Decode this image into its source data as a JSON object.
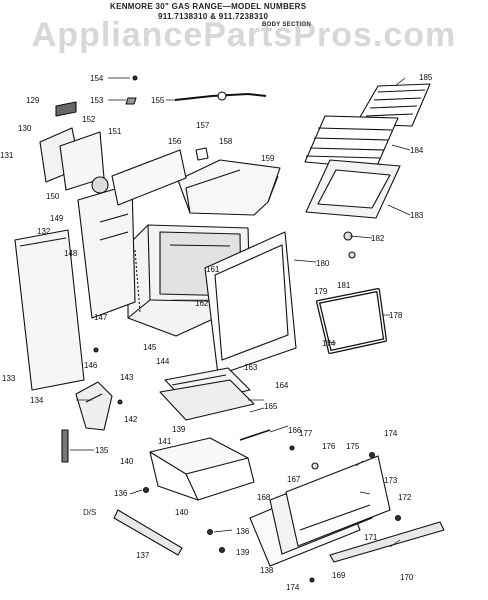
{
  "header": {
    "line1": "KENMORE 30\" GAS RANGE—MODEL NUMBERS",
    "line2": "911.7138310 & 911.7238310",
    "line3": "BODY SECTION"
  },
  "watermark": "AppliancePartsPros.com",
  "footer_code": "D/S",
  "parts": [
    {
      "id": "part-154",
      "label": "154"
    },
    {
      "id": "part-153",
      "label": "153"
    },
    {
      "id": "part-155",
      "label": "155"
    },
    {
      "id": "part-129",
      "label": "129"
    },
    {
      "id": "part-130",
      "label": "130"
    },
    {
      "id": "part-131",
      "label": "131"
    },
    {
      "id": "part-152",
      "label": "152"
    },
    {
      "id": "part-151",
      "label": "151"
    },
    {
      "id": "part-156",
      "label": "156"
    },
    {
      "id": "part-157",
      "label": "157"
    },
    {
      "id": "part-158",
      "label": "158"
    },
    {
      "id": "part-159",
      "label": "159"
    },
    {
      "id": "part-150",
      "label": "150"
    },
    {
      "id": "part-149",
      "label": "149"
    },
    {
      "id": "part-148",
      "label": "148"
    },
    {
      "id": "part-147",
      "label": "147"
    },
    {
      "id": "part-132",
      "label": "132"
    },
    {
      "id": "part-133",
      "label": "133"
    },
    {
      "id": "part-185",
      "label": "185"
    },
    {
      "id": "part-184",
      "label": "184"
    },
    {
      "id": "part-183",
      "label": "183"
    },
    {
      "id": "part-182",
      "label": "182"
    },
    {
      "id": "part-181",
      "label": "181"
    },
    {
      "id": "part-180",
      "label": "180"
    },
    {
      "id": "part-179",
      "label": "179"
    },
    {
      "id": "part-178",
      "label": "178"
    },
    {
      "id": "part-174a",
      "label": "174"
    },
    {
      "id": "part-161",
      "label": "161"
    },
    {
      "id": "part-162",
      "label": "162"
    },
    {
      "id": "part-145",
      "label": "145"
    },
    {
      "id": "part-146",
      "label": "146"
    },
    {
      "id": "part-163",
      "label": "163"
    },
    {
      "id": "part-164",
      "label": "164"
    },
    {
      "id": "part-144",
      "label": "144"
    },
    {
      "id": "part-165",
      "label": "165"
    },
    {
      "id": "part-143",
      "label": "143"
    },
    {
      "id": "part-134",
      "label": "134"
    },
    {
      "id": "part-142",
      "label": "142"
    },
    {
      "id": "part-135",
      "label": "135"
    },
    {
      "id": "part-139a",
      "label": "139"
    },
    {
      "id": "part-166",
      "label": "166"
    },
    {
      "id": "part-141",
      "label": "141"
    },
    {
      "id": "part-177",
      "label": "177"
    },
    {
      "id": "part-176",
      "label": "176"
    },
    {
      "id": "part-175",
      "label": "175"
    },
    {
      "id": "part-174b",
      "label": "174"
    },
    {
      "id": "part-140a",
      "label": "140"
    },
    {
      "id": "part-167",
      "label": "167"
    },
    {
      "id": "part-173",
      "label": "173"
    },
    {
      "id": "part-168",
      "label": "168"
    },
    {
      "id": "part-172",
      "label": "172"
    },
    {
      "id": "part-136a",
      "label": "136"
    },
    {
      "id": "part-140b",
      "label": "140"
    },
    {
      "id": "part-136b",
      "label": "136"
    },
    {
      "id": "part-137",
      "label": "137"
    },
    {
      "id": "part-139b",
      "label": "139"
    },
    {
      "id": "part-171",
      "label": "171"
    },
    {
      "id": "part-138",
      "label": "138"
    },
    {
      "id": "part-169",
      "label": "169"
    },
    {
      "id": "part-170",
      "label": "170"
    },
    {
      "id": "part-174c",
      "label": "174"
    }
  ]
}
